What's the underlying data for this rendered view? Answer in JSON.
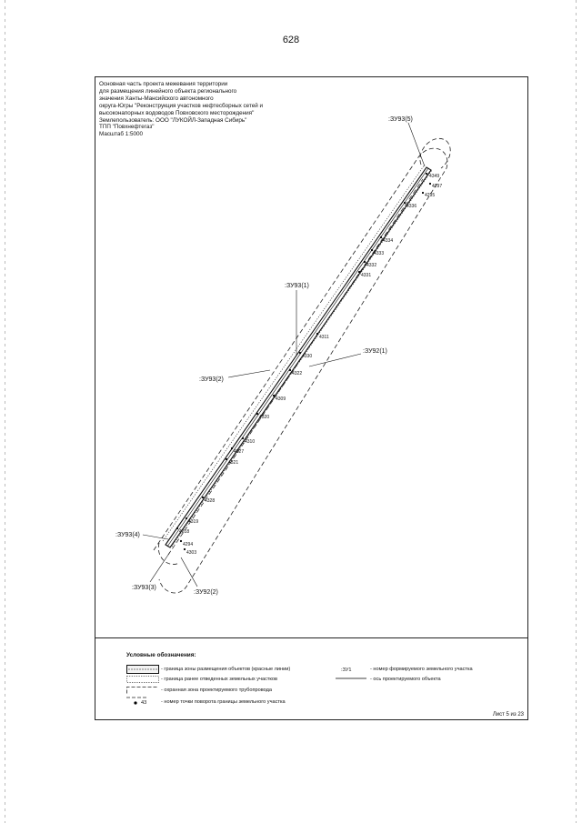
{
  "page": {
    "number": "628"
  },
  "title_block": {
    "lines": [
      "Основная часть проекта межевания территории",
      "для размещения линейного объекта регионального",
      "значения Ханты-Мансийского автономного",
      "округа-Югры \"Реконструкция участков нефтесборных сетей и",
      "высоконапорных водоводов Повховского месторождения\"",
      "Землепользователь: ООО \"ЛУКОЙЛ-Западная Сибирь\"",
      "ТПП \"Повхнефтегаз\"",
      "Масштаб 1:5000"
    ]
  },
  "map": {
    "parcel_labels": [
      ":ЗУ93(5)",
      ":ЗУ93(1)",
      ":ЗУ92(1)",
      ":ЗУ93(2)",
      ":ЗУ93(4)",
      ":ЗУ93(3)",
      ":ЗУ92(2)"
    ],
    "point_numbers": [
      "4349",
      "4297",
      "4295",
      "4336",
      "4334",
      "4333",
      "4332",
      "4331",
      "4311",
      "4330",
      "4322",
      "4309",
      "4320",
      "4310",
      "4327",
      "4321",
      "4328",
      "4319",
      "4318",
      "4294",
      "4303"
    ]
  },
  "legend": {
    "title": "Условные обозначения:",
    "items": {
      "red_lines": "- граница зоны размещения объектов (красные линии)",
      "allotted": "- граница ранее отведенных земельных участков",
      "protection": "- охранная зона проектируемого трубопровода",
      "turn_point": "- номер точки поворота границы земельного участка",
      "turn_point_sample": "43",
      "parcel_sample": ":ЗУ1",
      "parcel_number": "- номер формируемого земельного участка",
      "axis": "- ось проектируемого объекта"
    }
  },
  "footer": {
    "sheet": "Лист 5 из 23"
  }
}
